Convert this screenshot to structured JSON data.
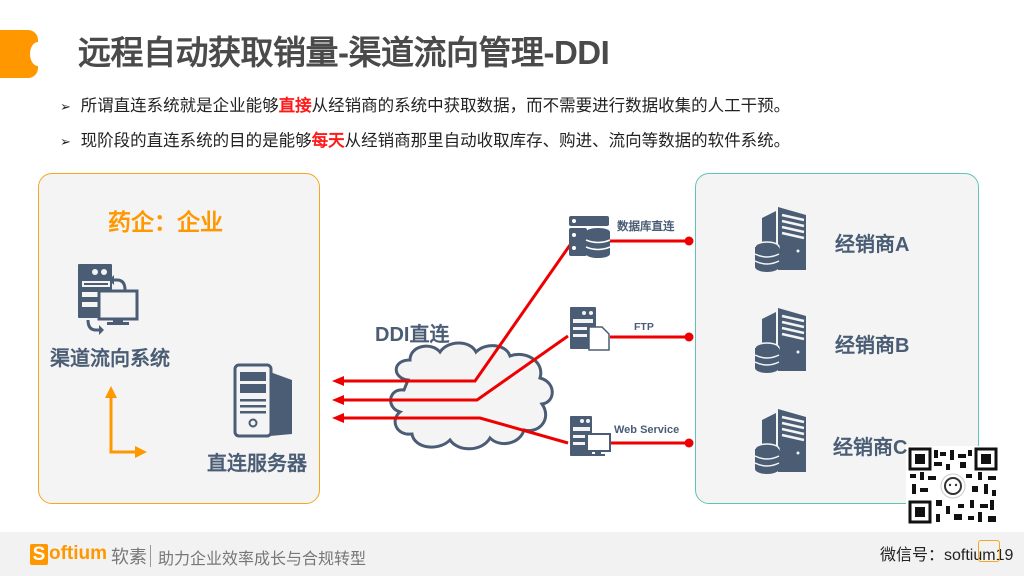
{
  "header": {
    "title": "远程自动获取销量-渠道流向管理-DDI"
  },
  "bullets": [
    {
      "pre": "所谓直连系统就是企业能够",
      "highlight": "直接",
      "post": "从经销商的系统中获取数据，而不需要进行数据收集的人工干预。"
    },
    {
      "pre": "现阶段的直连系统的目的是能够",
      "highlight": "每天",
      "post": "从经销商那里自动收取库存、购进、流向等数据的软件系统。"
    }
  ],
  "bullet_marker": "➢",
  "enterprise": {
    "heading": "药企：企业",
    "channel_system_label": "渠道流向系统",
    "direct_server_label": "直连服务器"
  },
  "middle": {
    "ddi_label": "DDI直连",
    "methods": [
      {
        "label": "数据库直连",
        "icon": "database-server-icon"
      },
      {
        "label": "FTP",
        "icon": "ftp-server-icon"
      },
      {
        "label": "Web Service",
        "icon": "web-service-server-icon"
      }
    ]
  },
  "distributors": [
    {
      "label": "经销商A"
    },
    {
      "label": "经销商B"
    },
    {
      "label": "经销商C"
    }
  ],
  "footer": {
    "logo_letter": "S",
    "logo_rest": "oftium",
    "logo_cn": "软素",
    "slogan": "助力企业效率成长与合规转型",
    "wechat": "微信号：softium19"
  },
  "colors": {
    "accent_orange": "#ff9800",
    "highlight_red": "#ff1a1a",
    "connection_red": "#ee0000",
    "icon_slate": "#4a5d75",
    "teal_border": "#5fc4b4"
  }
}
